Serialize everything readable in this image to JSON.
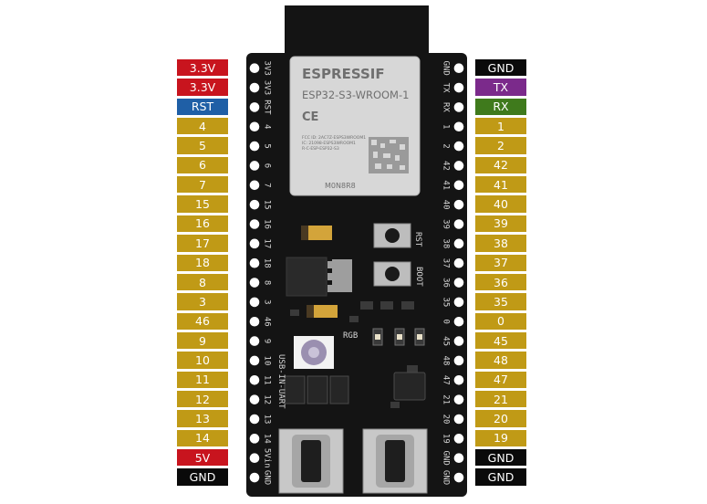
{
  "colors": {
    "power_3v3": "#c8141e",
    "power_5v": "#c8141e",
    "reset": "#1f5fa6",
    "gpio": "#c09a16",
    "ground": "#0a0a0a",
    "tx": "#7b2a8b",
    "rx": "#3f7a1c",
    "pcb": "#141414",
    "module_shield": "#d7d7d7"
  },
  "left_header": [
    {
      "label": "3.3V",
      "type": "power_3v3",
      "silk": "3V3"
    },
    {
      "label": "3.3V",
      "type": "power_3v3",
      "silk": "3V3"
    },
    {
      "label": "RST",
      "type": "reset",
      "silk": "RST"
    },
    {
      "label": "4",
      "type": "gpio",
      "silk": "4"
    },
    {
      "label": "5",
      "type": "gpio",
      "silk": "5"
    },
    {
      "label": "6",
      "type": "gpio",
      "silk": "6"
    },
    {
      "label": "7",
      "type": "gpio",
      "silk": "7"
    },
    {
      "label": "15",
      "type": "gpio",
      "silk": "15"
    },
    {
      "label": "16",
      "type": "gpio",
      "silk": "16"
    },
    {
      "label": "17",
      "type": "gpio",
      "silk": "17"
    },
    {
      "label": "18",
      "type": "gpio",
      "silk": "18"
    },
    {
      "label": "8",
      "type": "gpio",
      "silk": "8"
    },
    {
      "label": "3",
      "type": "gpio",
      "silk": "3"
    },
    {
      "label": "46",
      "type": "gpio",
      "silk": "46"
    },
    {
      "label": "9",
      "type": "gpio",
      "silk": "9"
    },
    {
      "label": "10",
      "type": "gpio",
      "silk": "10"
    },
    {
      "label": "11",
      "type": "gpio",
      "silk": "11"
    },
    {
      "label": "12",
      "type": "gpio",
      "silk": "12"
    },
    {
      "label": "13",
      "type": "gpio",
      "silk": "13"
    },
    {
      "label": "14",
      "type": "gpio",
      "silk": "14"
    },
    {
      "label": "5V",
      "type": "power_5v",
      "silk": "5Vin"
    },
    {
      "label": "GND",
      "type": "ground",
      "silk": "GND"
    }
  ],
  "right_header": [
    {
      "label": "GND",
      "type": "ground",
      "silk": "GND"
    },
    {
      "label": "TX",
      "type": "tx",
      "silk": "TX"
    },
    {
      "label": "RX",
      "type": "rx",
      "silk": "RX"
    },
    {
      "label": "1",
      "type": "gpio",
      "silk": "1"
    },
    {
      "label": "2",
      "type": "gpio",
      "silk": "2"
    },
    {
      "label": "42",
      "type": "gpio",
      "silk": "42"
    },
    {
      "label": "41",
      "type": "gpio",
      "silk": "41"
    },
    {
      "label": "40",
      "type": "gpio",
      "silk": "40"
    },
    {
      "label": "39",
      "type": "gpio",
      "silk": "39"
    },
    {
      "label": "38",
      "type": "gpio",
      "silk": "38"
    },
    {
      "label": "37",
      "type": "gpio",
      "silk": "37"
    },
    {
      "label": "36",
      "type": "gpio",
      "silk": "36"
    },
    {
      "label": "35",
      "type": "gpio",
      "silk": "35"
    },
    {
      "label": "0",
      "type": "gpio",
      "silk": "0"
    },
    {
      "label": "45",
      "type": "gpio",
      "silk": "45"
    },
    {
      "label": "48",
      "type": "gpio",
      "silk": "48"
    },
    {
      "label": "47",
      "type": "gpio",
      "silk": "47"
    },
    {
      "label": "21",
      "type": "gpio",
      "silk": "21"
    },
    {
      "label": "20",
      "type": "gpio",
      "silk": "20"
    },
    {
      "label": "19",
      "type": "gpio",
      "silk": "19"
    },
    {
      "label": "GND",
      "type": "ground",
      "silk": "GND"
    },
    {
      "label": "GND",
      "type": "ground",
      "silk": "GND"
    }
  ],
  "board": {
    "module_brand": "ESPRESSIF",
    "module_name": "ESP32-S3-WROOM-1",
    "module_ce": "CE",
    "module_cert_lines": [
      "FCC ID: 2AC7Z-ESPS3WROOM1",
      "IC: 21098-ESPS3WROOM1",
      "R-C-ESP-ESP32-S3"
    ],
    "module_part": "M0N8R8",
    "button_rst": "RST",
    "button_boot": "BOOT",
    "led_rgb": "RGB",
    "usb_label": "USB-IN-UART"
  }
}
